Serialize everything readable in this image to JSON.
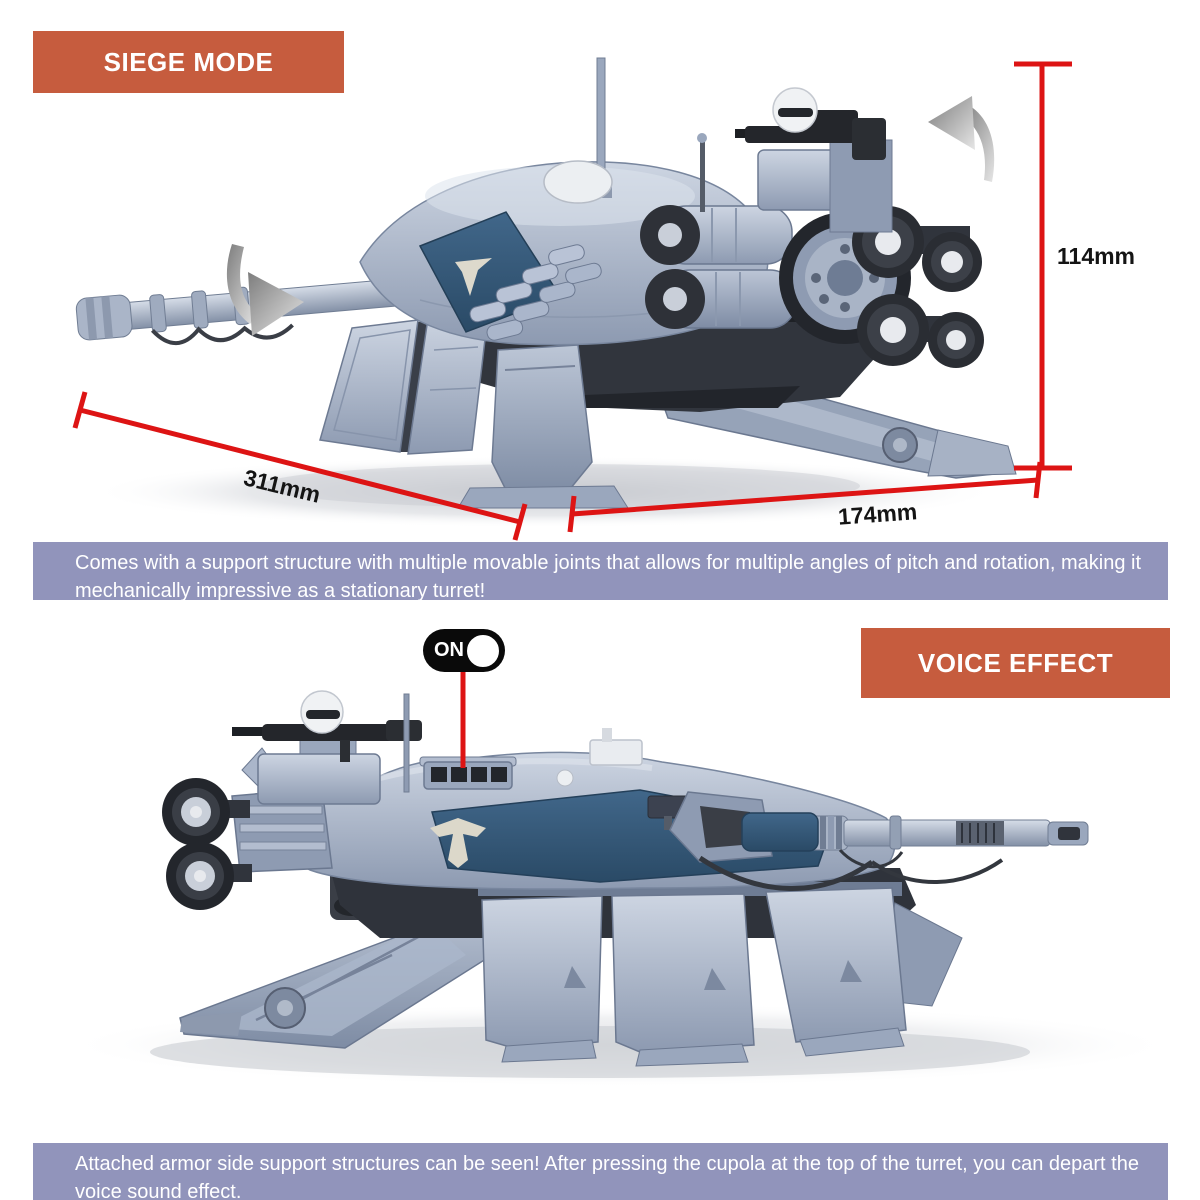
{
  "page": {
    "background": "#ffffff"
  },
  "colors": {
    "badge_orange": "#c65c3e",
    "caption_purple": "#9194bb",
    "dimension_red": "#dd1414",
    "toggle_black": "#0a0a0a",
    "tank_steel_blue": "#9aa7bd",
    "tank_navy_panel": "#375a78",
    "label_text": "#141414"
  },
  "icons": {
    "rotation_arrow_left": "curved-arrow-down-right",
    "rotation_arrow_right": "curved-arrow-up-left",
    "toggle_knob": "white-circle",
    "emblem": "white-eagle-marking"
  },
  "siege_section": {
    "badge_label": "SIEGE MODE",
    "dimensions": {
      "depth": "311mm",
      "width": "174mm",
      "height": "114mm"
    },
    "caption": "Comes with a support structure with multiple movable joints that allows for multiple angles of pitch and rotation, making it mechanically impressive as a stationary turret!"
  },
  "voice_section": {
    "badge_label": "VOICE EFFECT",
    "toggle": {
      "state_label": "ON",
      "state": "on"
    },
    "caption": "Attached armor side support structures can be seen! After pressing the cupola at the top of the turret, you can depart the voice sound effect."
  }
}
